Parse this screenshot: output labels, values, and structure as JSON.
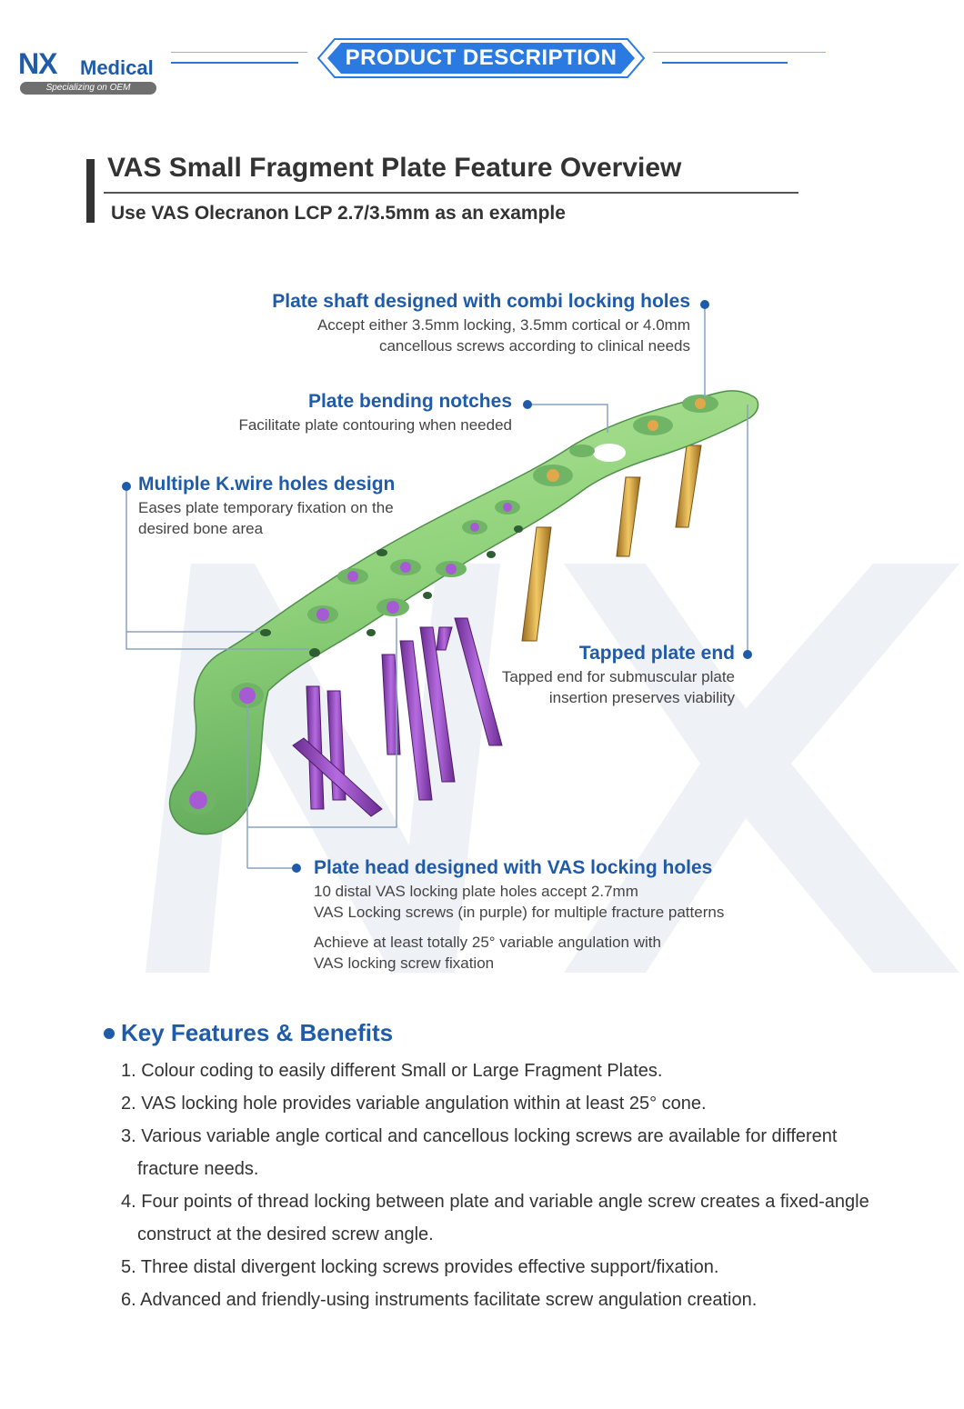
{
  "header": {
    "logo_main": "NX",
    "logo_medical": "Medical",
    "logo_tagline": "Specializing on OEM",
    "banner": "PRODUCT DESCRIPTION"
  },
  "title": {
    "heading": "VAS Small Fragment Plate Feature Overview",
    "subheading": "Use VAS Olecranon LCP 2.7/3.5mm as an example"
  },
  "annotations": {
    "shaft": {
      "title": "Plate shaft designed with combi locking holes",
      "line1": "Accept either 3.5mm locking, 3.5mm cortical or 4.0mm",
      "line2": "cancellous screws according to clinical needs"
    },
    "notches": {
      "title": "Plate bending notches",
      "line1": "Facilitate plate contouring when needed"
    },
    "kwire": {
      "title": "Multiple K.wire holes design",
      "line1": "Eases plate temporary fixation on the",
      "line2": "desired bone area"
    },
    "tapped": {
      "title": "Tapped plate end",
      "line1": "Tapped end for submuscular plate",
      "line2": "insertion preserves viability"
    },
    "head": {
      "title": "Plate head designed with VAS locking holes",
      "line1": "10 distal VAS locking plate holes accept 2.7mm",
      "line2": "VAS Locking screws (in purple) for multiple fracture patterns",
      "line3": "Achieve at least totally 25° variable angulation with",
      "line4": "VAS locking screw fixation"
    }
  },
  "key_features": {
    "title": "Key Features & Benefits",
    "items": [
      "1. Colour coding to easily different Small or Large Fragment Plates.",
      "2. VAS locking hole provides variable angulation within at least 25° cone.",
      "3. Various variable angle cortical and cancellous locking screws are available for different fracture needs.",
      "4. Four points of thread locking between plate and variable angle screw creates a fixed-angle construct at the desired screw angle.",
      "5. Three distal divergent locking screws provides effective support/fixation.",
      "6. Advanced and friendly-using instruments facilitate screw angulation creation."
    ]
  },
  "colors": {
    "brand_blue": "#1f5ba8",
    "banner_blue": "#2a7ae2",
    "plate_green": "#8fd17a",
    "vas_screw_purple": "#9b4fc9",
    "gold_screw": "#d6a640",
    "text_dark": "#333333"
  }
}
